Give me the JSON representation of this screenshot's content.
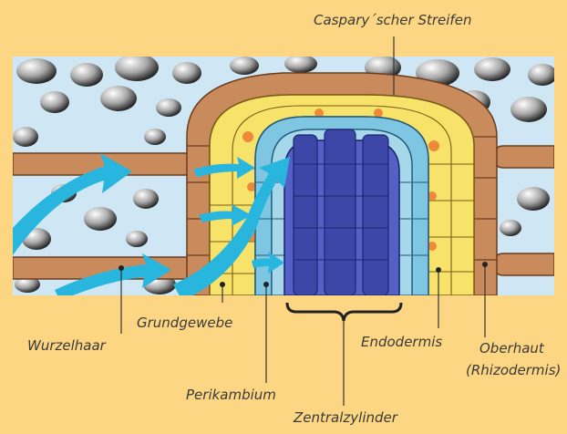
{
  "labels": {
    "caspary": "Caspary´scher Streifen",
    "grundgewebe": "Grundgewebe",
    "wurzelhaar": "Wurzelhaar",
    "perikambium": "Perikambium",
    "endodermis": "Endodermis",
    "oberhaut_1": "Oberhaut",
    "oberhaut_2": "(Rhizodermis)",
    "zentralzylinder": "Zentralzylinder"
  },
  "colors": {
    "background": "#fcd683",
    "soil_sky": "#cfe7f4",
    "rhizodermis": "#c98a5c",
    "cortex": "#f7e36a",
    "casparian": "#f0883a",
    "endodermis": "#7ec6e2",
    "pericycle": "#a6d8ea",
    "stele": "#5560c6",
    "xylem": "#3c47a8",
    "arrow": "#29b6de"
  }
}
